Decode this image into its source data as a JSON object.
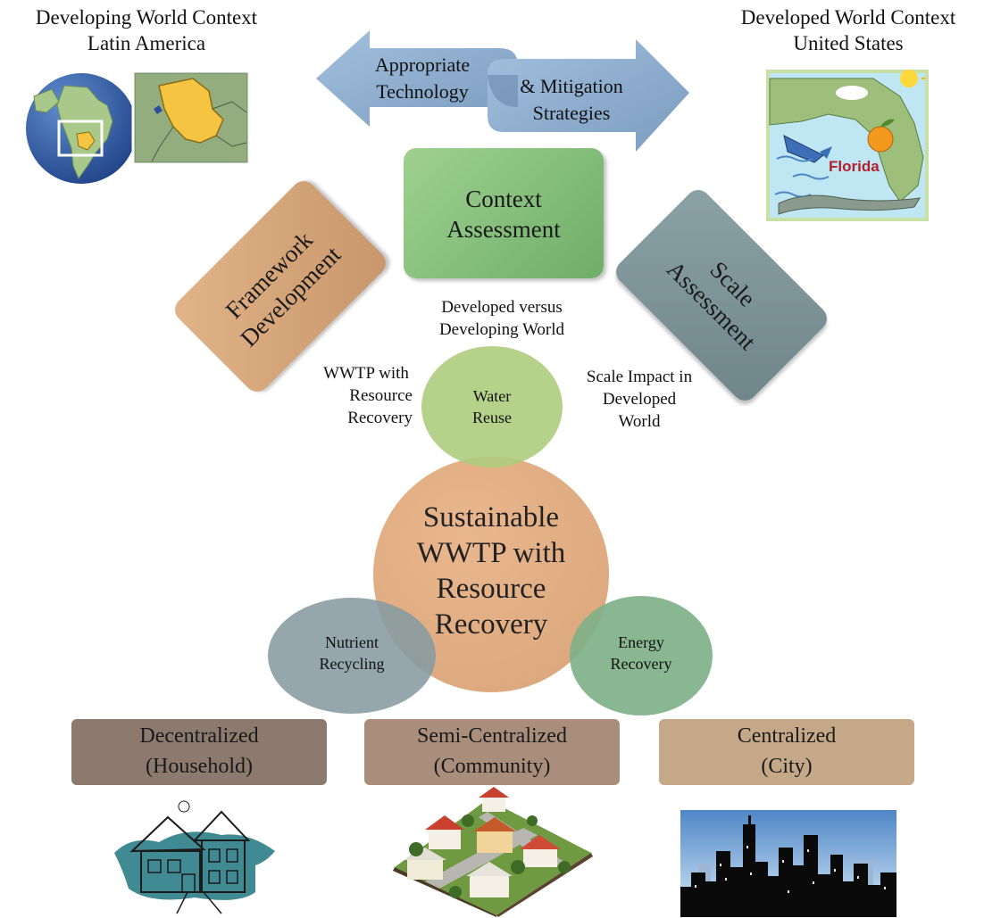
{
  "contexts": {
    "developing": {
      "line1": "Developing World Context",
      "line2": "Latin America"
    },
    "developed": {
      "line1": "Developed World Context",
      "line2": "United States",
      "map_label": "Florida"
    }
  },
  "arrow": {
    "left_line1": "Appropriate",
    "left_line2": "Technology",
    "right_line1": "& Mitigation",
    "right_line2": "Strategies"
  },
  "assessments": {
    "context": {
      "line1": "Context",
      "line2": "Assessment"
    },
    "framework": {
      "line1": "Framework",
      "line2": "Development"
    },
    "scale": {
      "line1": "Scale",
      "line2": "Assessment"
    }
  },
  "annotations": {
    "developed_vs": {
      "line1": "Developed versus",
      "line2": "Developing World"
    },
    "wwtp_rr": {
      "line1": "WWTP with",
      "line2": "Resource",
      "line3": "Recovery"
    },
    "scale_impact": {
      "line1": "Scale Impact in",
      "line2": "Developed",
      "line3": "World"
    }
  },
  "circles": {
    "water_reuse": {
      "line1": "Water",
      "line2": "Reuse"
    },
    "sustainable": {
      "line1": "Sustainable",
      "line2": "WWTP with",
      "line3": "Resource",
      "line4": "Recovery"
    },
    "nutrient": {
      "line1": "Nutrient",
      "line2": "Recycling"
    },
    "energy": {
      "line1": "Energy",
      "line2": "Recovery"
    }
  },
  "scales": {
    "decentralized": {
      "line1": "Decentralized",
      "line2": "(Household)",
      "color": "#8b7a6d"
    },
    "semi": {
      "line1": "Semi-Centralized",
      "line2": "(Community)",
      "color": "#a88e7b"
    },
    "centralized": {
      "line1": "Centralized",
      "line2": "(City)",
      "color": "#c4a888"
    }
  },
  "colors": {
    "arrow_blue": "#8fb0d2",
    "context_green": "#8cc47e",
    "framework_tan": "#d7a878",
    "scale_slate": "#7d9498",
    "water_reuse": "#aecc7c",
    "sustainable": "#dfa878",
    "nutrient": "#869ba1",
    "energy": "#7fb188"
  }
}
